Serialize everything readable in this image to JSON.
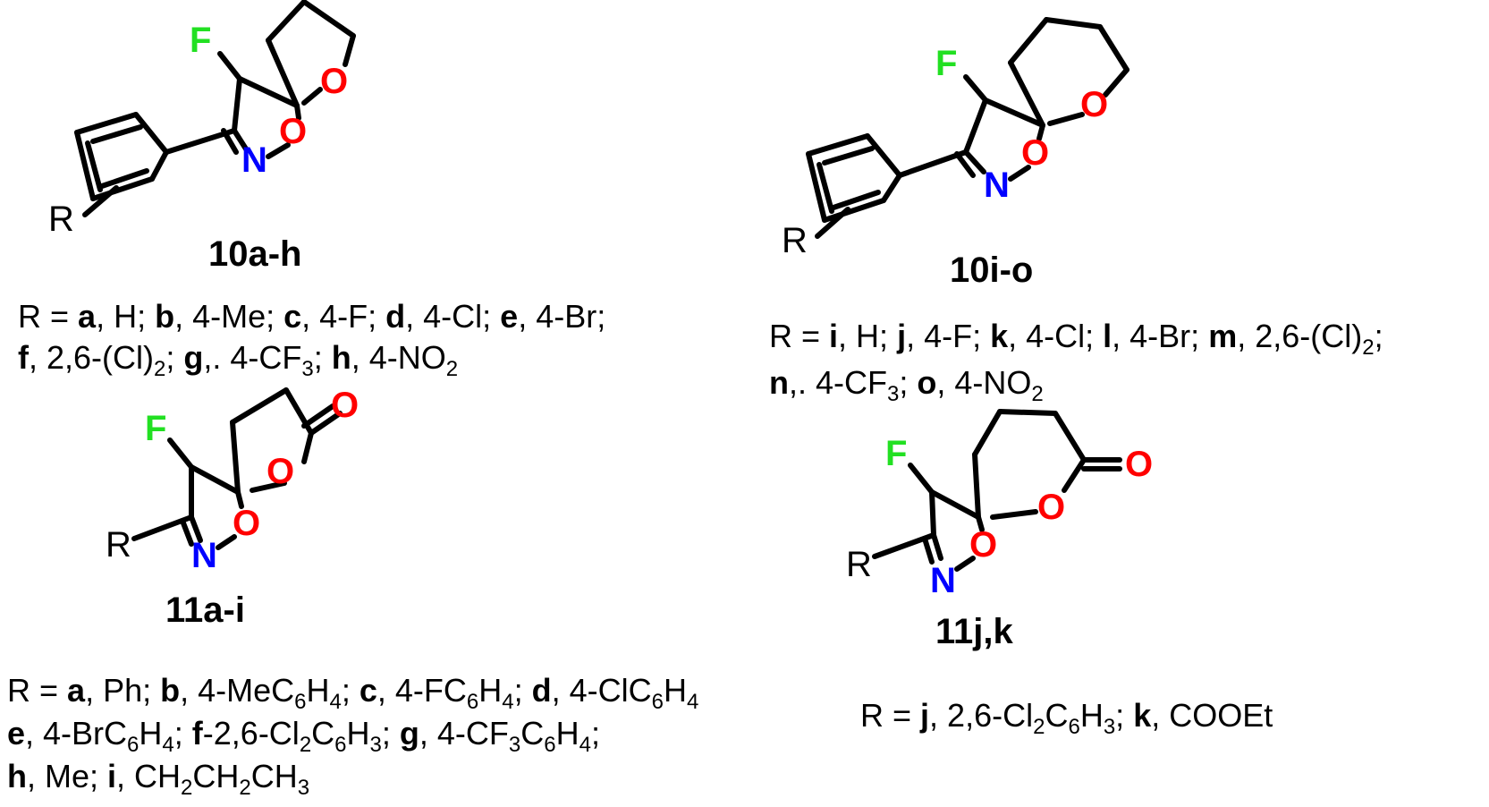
{
  "compounds": [
    {
      "id": "10a-h",
      "label": "10a-h",
      "atoms": {
        "F": "F",
        "O_ring": "O",
        "O_ox": "O",
        "N": "N",
        "R": "R"
      },
      "substituent_lines": [
        [
          {
            "t": "R = "
          },
          {
            "t": "a",
            "b": true
          },
          {
            "t": ", H; "
          },
          {
            "t": "b",
            "b": true
          },
          {
            "t": ", 4-Me; "
          },
          {
            "t": "c",
            "b": true
          },
          {
            "t": ", 4-F; "
          },
          {
            "t": "d",
            "b": true
          },
          {
            "t": ", 4-Cl; "
          },
          {
            "t": "e",
            "b": true
          },
          {
            "t": ", 4-Br;"
          }
        ],
        [
          {
            "t": "f",
            "b": true
          },
          {
            "t": ", 2,6-(Cl)"
          },
          {
            "t": "2",
            "sub": true
          },
          {
            "t": "; "
          },
          {
            "t": "g",
            "b": true
          },
          {
            "t": ",. 4-CF"
          },
          {
            "t": "3",
            "sub": true
          },
          {
            "t": "; "
          },
          {
            "t": "h",
            "b": true
          },
          {
            "t": ", 4-NO"
          },
          {
            "t": "2",
            "sub": true
          }
        ]
      ]
    },
    {
      "id": "10i-o",
      "label": "10i-o",
      "atoms": {
        "F": "F",
        "O_ring": "O",
        "O_ox": "O",
        "N": "N",
        "R": "R"
      },
      "substituent_lines": [
        [
          {
            "t": "R = "
          },
          {
            "t": "i",
            "b": true
          },
          {
            "t": ", H; "
          },
          {
            "t": "j",
            "b": true
          },
          {
            "t": ", 4-F; "
          },
          {
            "t": "k",
            "b": true
          },
          {
            "t": ", 4-Cl; "
          },
          {
            "t": "l",
            "b": true
          },
          {
            "t": ", 4-Br; "
          },
          {
            "t": "m",
            "b": true
          },
          {
            "t": ", 2,6-(Cl)"
          },
          {
            "t": "2",
            "sub": true
          },
          {
            "t": ";"
          }
        ],
        [
          {
            "t": "n",
            "b": true
          },
          {
            "t": ",. 4-CF"
          },
          {
            "t": "3",
            "sub": true
          },
          {
            "t": "; "
          },
          {
            "t": "o",
            "b": true
          },
          {
            "t": ", 4-NO"
          },
          {
            "t": "2",
            "sub": true
          }
        ]
      ]
    },
    {
      "id": "11a-i",
      "label": "11a-i",
      "atoms": {
        "F": "F",
        "O_carbonyl": "O",
        "O_ring": "O",
        "O_ox": "O",
        "N": "N",
        "R": "R"
      },
      "substituent_lines": [
        [
          {
            "t": "R = "
          },
          {
            "t": "a",
            "b": true
          },
          {
            "t": ", Ph; "
          },
          {
            "t": "b",
            "b": true
          },
          {
            "t": ", 4-MeC"
          },
          {
            "t": "6",
            "sub": true
          },
          {
            "t": "H"
          },
          {
            "t": "4",
            "sub": true
          },
          {
            "t": "; "
          },
          {
            "t": "c",
            "b": true
          },
          {
            "t": ", 4-FC"
          },
          {
            "t": "6",
            "sub": true
          },
          {
            "t": "H"
          },
          {
            "t": "4",
            "sub": true
          },
          {
            "t": "; "
          },
          {
            "t": "d",
            "b": true
          },
          {
            "t": ", 4-ClC"
          },
          {
            "t": "6",
            "sub": true
          },
          {
            "t": "H"
          },
          {
            "t": "4",
            "sub": true
          }
        ],
        [
          {
            "t": "e",
            "b": true
          },
          {
            "t": ", 4-BrC"
          },
          {
            "t": "6",
            "sub": true
          },
          {
            "t": "H"
          },
          {
            "t": "4",
            "sub": true
          },
          {
            "t": "; "
          },
          {
            "t": "f",
            "b": true
          },
          {
            "t": "-2,6-Cl"
          },
          {
            "t": "2",
            "sub": true
          },
          {
            "t": "C"
          },
          {
            "t": "6",
            "sub": true
          },
          {
            "t": "H"
          },
          {
            "t": "3",
            "sub": true
          },
          {
            "t": "; "
          },
          {
            "t": "g",
            "b": true
          },
          {
            "t": ", 4-CF"
          },
          {
            "t": "3",
            "sub": true
          },
          {
            "t": "C"
          },
          {
            "t": "6",
            "sub": true
          },
          {
            "t": "H"
          },
          {
            "t": "4",
            "sub": true
          },
          {
            "t": ";"
          }
        ],
        [
          {
            "t": "h",
            "b": true
          },
          {
            "t": ", Me; "
          },
          {
            "t": "i",
            "b": true
          },
          {
            "t": ", CH"
          },
          {
            "t": "2",
            "sub": true
          },
          {
            "t": "CH"
          },
          {
            "t": "2",
            "sub": true
          },
          {
            "t": "CH"
          },
          {
            "t": "3",
            "sub": true
          }
        ]
      ]
    },
    {
      "id": "11j,k",
      "label": "11j,k",
      "atoms": {
        "F": "F",
        "O_carbonyl": "O",
        "O_ring": "O",
        "O_ox": "O",
        "N": "N",
        "R": "R"
      },
      "substituent_lines": [
        [
          {
            "t": "R = "
          },
          {
            "t": "j",
            "b": true
          },
          {
            "t": ", 2,6-Cl"
          },
          {
            "t": "2",
            "sub": true
          },
          {
            "t": "C"
          },
          {
            "t": "6",
            "sub": true
          },
          {
            "t": "H"
          },
          {
            "t": "3",
            "sub": true
          },
          {
            "t": "; "
          },
          {
            "t": "k",
            "b": true
          },
          {
            "t": ", COOEt"
          }
        ]
      ]
    }
  ],
  "colors": {
    "F": "#22e022",
    "O": "#ff0000",
    "N": "#0000ff",
    "bond": "#000000"
  }
}
